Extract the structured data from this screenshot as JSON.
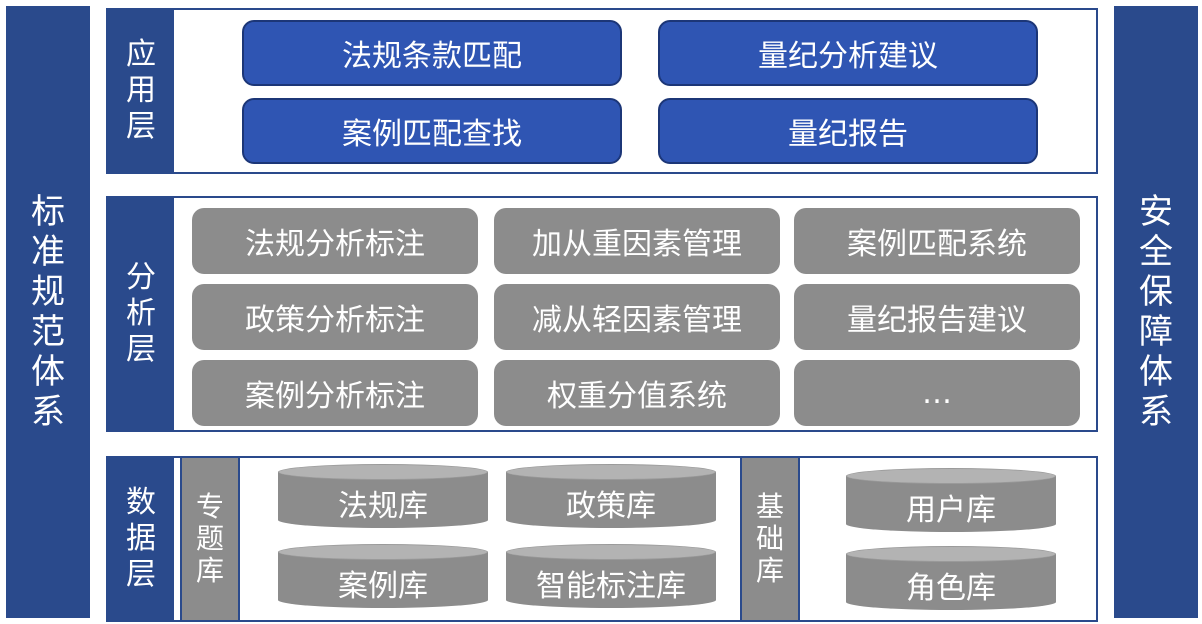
{
  "left_bar": {
    "label": "标准规范体系"
  },
  "right_bar": {
    "label": "安全保障体系"
  },
  "app_layer": {
    "label": "应用层",
    "items": [
      "法规条款匹配",
      "量纪分析建议",
      "案例匹配查找",
      "量纪报告"
    ]
  },
  "analysis_layer": {
    "label": "分析层",
    "items": [
      "法规分析标注",
      "加从重因素管理",
      "案例匹配系统",
      "政策分析标注",
      "减从轻因素管理",
      "量纪报告建议",
      "案例分析标注",
      "权重分值系统",
      "…"
    ]
  },
  "data_layer": {
    "label": "数据层",
    "topic_group": {
      "label": "专题库",
      "dbs": [
        "法规库",
        "政策库",
        "案例库",
        "智能标注库"
      ]
    },
    "base_group": {
      "label": "基础库",
      "dbs": [
        "用户库",
        "角色库"
      ]
    }
  },
  "colors": {
    "primary": "#2a4a8c",
    "button_blue": "#2f55b3",
    "gray": "#8c8c8c"
  }
}
